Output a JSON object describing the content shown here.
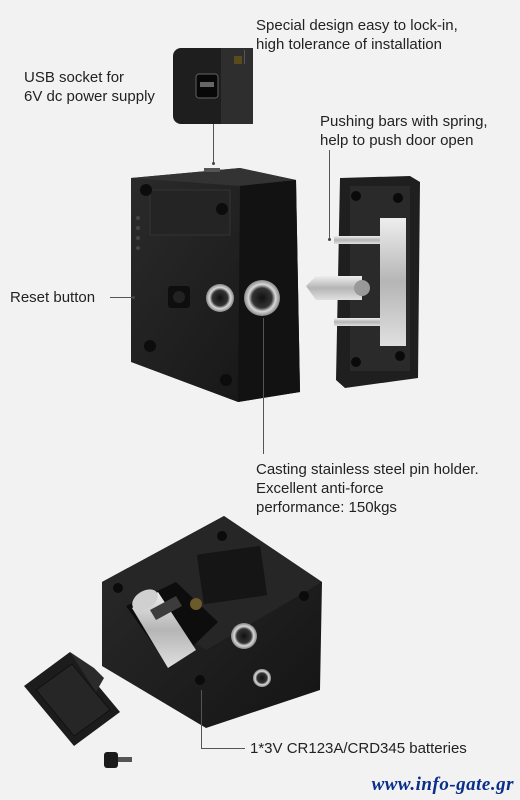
{
  "annotations": {
    "lock_in": "Special design easy to lock-in,\nhigh tolerance of installation",
    "usb_socket": "USB socket for\n6V dc power supply",
    "pushing_bars": "Pushing bars with spring,\nhelp to push door open",
    "reset_button": "Reset button",
    "pin_holder": "Casting stainless steel pin holder.\nExcellent anti-force\nperformance: 150kgs",
    "batteries": "1*3V CR123A/CRD345 batteries"
  },
  "watermark": "www.info-gate.gr",
  "icons": {
    "usb_socket": "usb-socket-icon",
    "strike_plate": "strike-plate-icon",
    "lock_body": "lock-body-icon",
    "battery": "battery-icon",
    "battery_cover": "battery-cover-icon",
    "screw": "screw-icon"
  },
  "colors": {
    "background": "#f2f2f2",
    "lock_body": "#1c1c1c",
    "steel": "#c8c8c8",
    "watermark": "#0a2f8a"
  }
}
